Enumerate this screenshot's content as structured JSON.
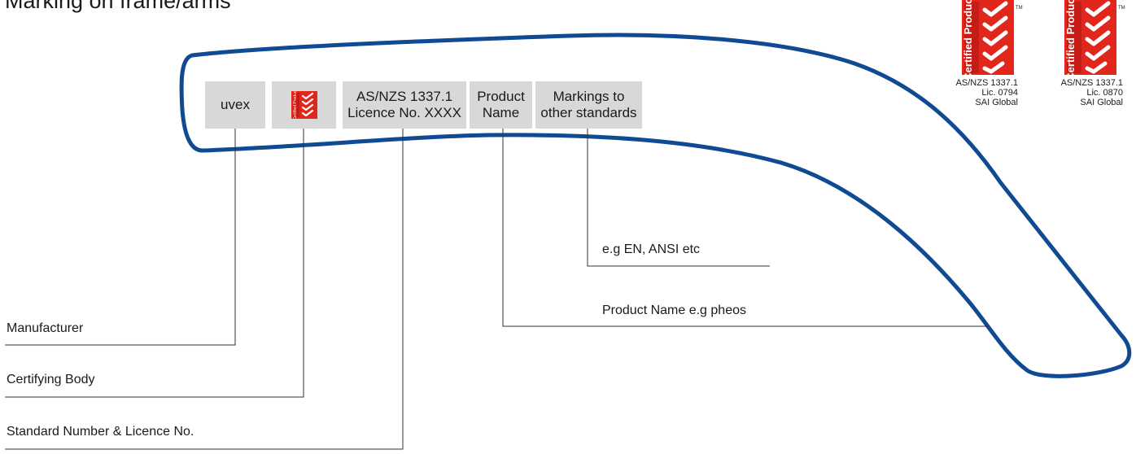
{
  "title": "Marking on frame/arms",
  "colors": {
    "frame_outline": "#0f4a93",
    "box_fill": "#d8d8d8",
    "certified_red": "#e1261c",
    "leader_line": "#333333"
  },
  "frame_boxes": [
    {
      "name": "uvex",
      "lines": [
        "uvex"
      ]
    },
    {
      "name": "certifying-body-logo",
      "lines": [],
      "icon": "certified-product-icon"
    },
    {
      "name": "standard-licence",
      "lines": [
        "AS/NZS 1337.1",
        "Licence No. XXXX"
      ]
    },
    {
      "name": "product-name",
      "lines": [
        "Product",
        "Name"
      ]
    },
    {
      "name": "other-standards",
      "lines": [
        "Markings to",
        "other standards"
      ]
    }
  ],
  "callouts": {
    "other_standards": "e.g EN, ANSI etc",
    "product_name": "Product Name e.g pheos",
    "manufacturer": "Manufacturer",
    "certifying_body": "Certifying Body",
    "standard_number": "Standard Number & Licence No."
  },
  "certifications": [
    {
      "logo_text": "Certified Product",
      "tm": "TM",
      "lines": [
        "AS/NZS 1337.1",
        "Lic. 0794",
        "SAI Global"
      ]
    },
    {
      "logo_text": "Certified Product",
      "tm": "TM",
      "lines": [
        "AS/NZS 1337.1",
        "Lic. 0870",
        "SAI Global"
      ]
    }
  ]
}
